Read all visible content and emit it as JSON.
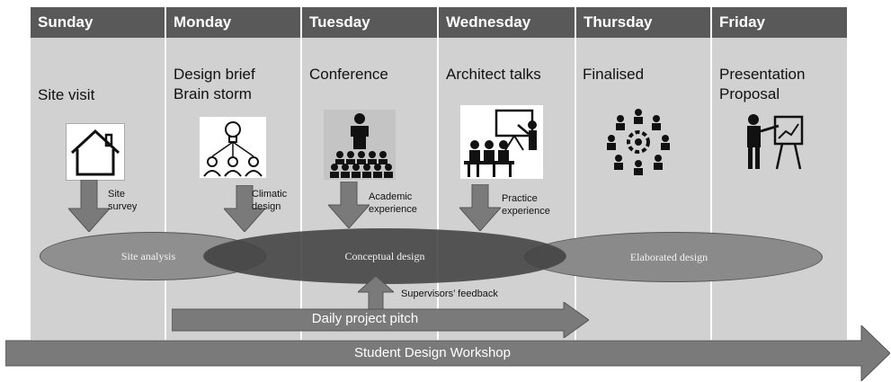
{
  "days": [
    {
      "name": "Sunday",
      "activity": [
        "Site visit"
      ],
      "arrow_label": [
        "Site",
        "survey"
      ],
      "icon": "house-icon"
    },
    {
      "name": "Monday",
      "activity": [
        "Design brief",
        "Brain storm"
      ],
      "arrow_label": [
        "Climatic",
        "design"
      ],
      "icon": "brainstorm-icon"
    },
    {
      "name": "Tuesday",
      "activity": [
        "Conference"
      ],
      "arrow_label": [
        "Academic",
        "experience"
      ],
      "icon": "lecture-icon"
    },
    {
      "name": "Wednesday",
      "activity": [
        "Architect talks"
      ],
      "arrow_label": [
        "Practice",
        "experience"
      ],
      "icon": "teaching-icon"
    },
    {
      "name": "Thursday",
      "activity": [
        "Finalised"
      ],
      "arrow_label": [],
      "icon": "team-gear-icon"
    },
    {
      "name": "Friday",
      "activity": [
        "Presentation",
        "Proposal"
      ],
      "arrow_label": [],
      "icon": "presenter-icon"
    }
  ],
  "phases": {
    "site_analysis": "Site analysis",
    "conceptual_design": "Conceptual design",
    "elaborated_design": "Elaborated design"
  },
  "feedback_label": "Supervisors’ feedback",
  "daily_pitch": "Daily project pitch",
  "workshop": "Student Design Workshop",
  "colors": {
    "header": "#595959",
    "column": "#d1d1d1",
    "arrow": "#7a7a7a",
    "ellipse_light": "#8a8a8a",
    "ellipse_dark": "#4a4a4a"
  }
}
